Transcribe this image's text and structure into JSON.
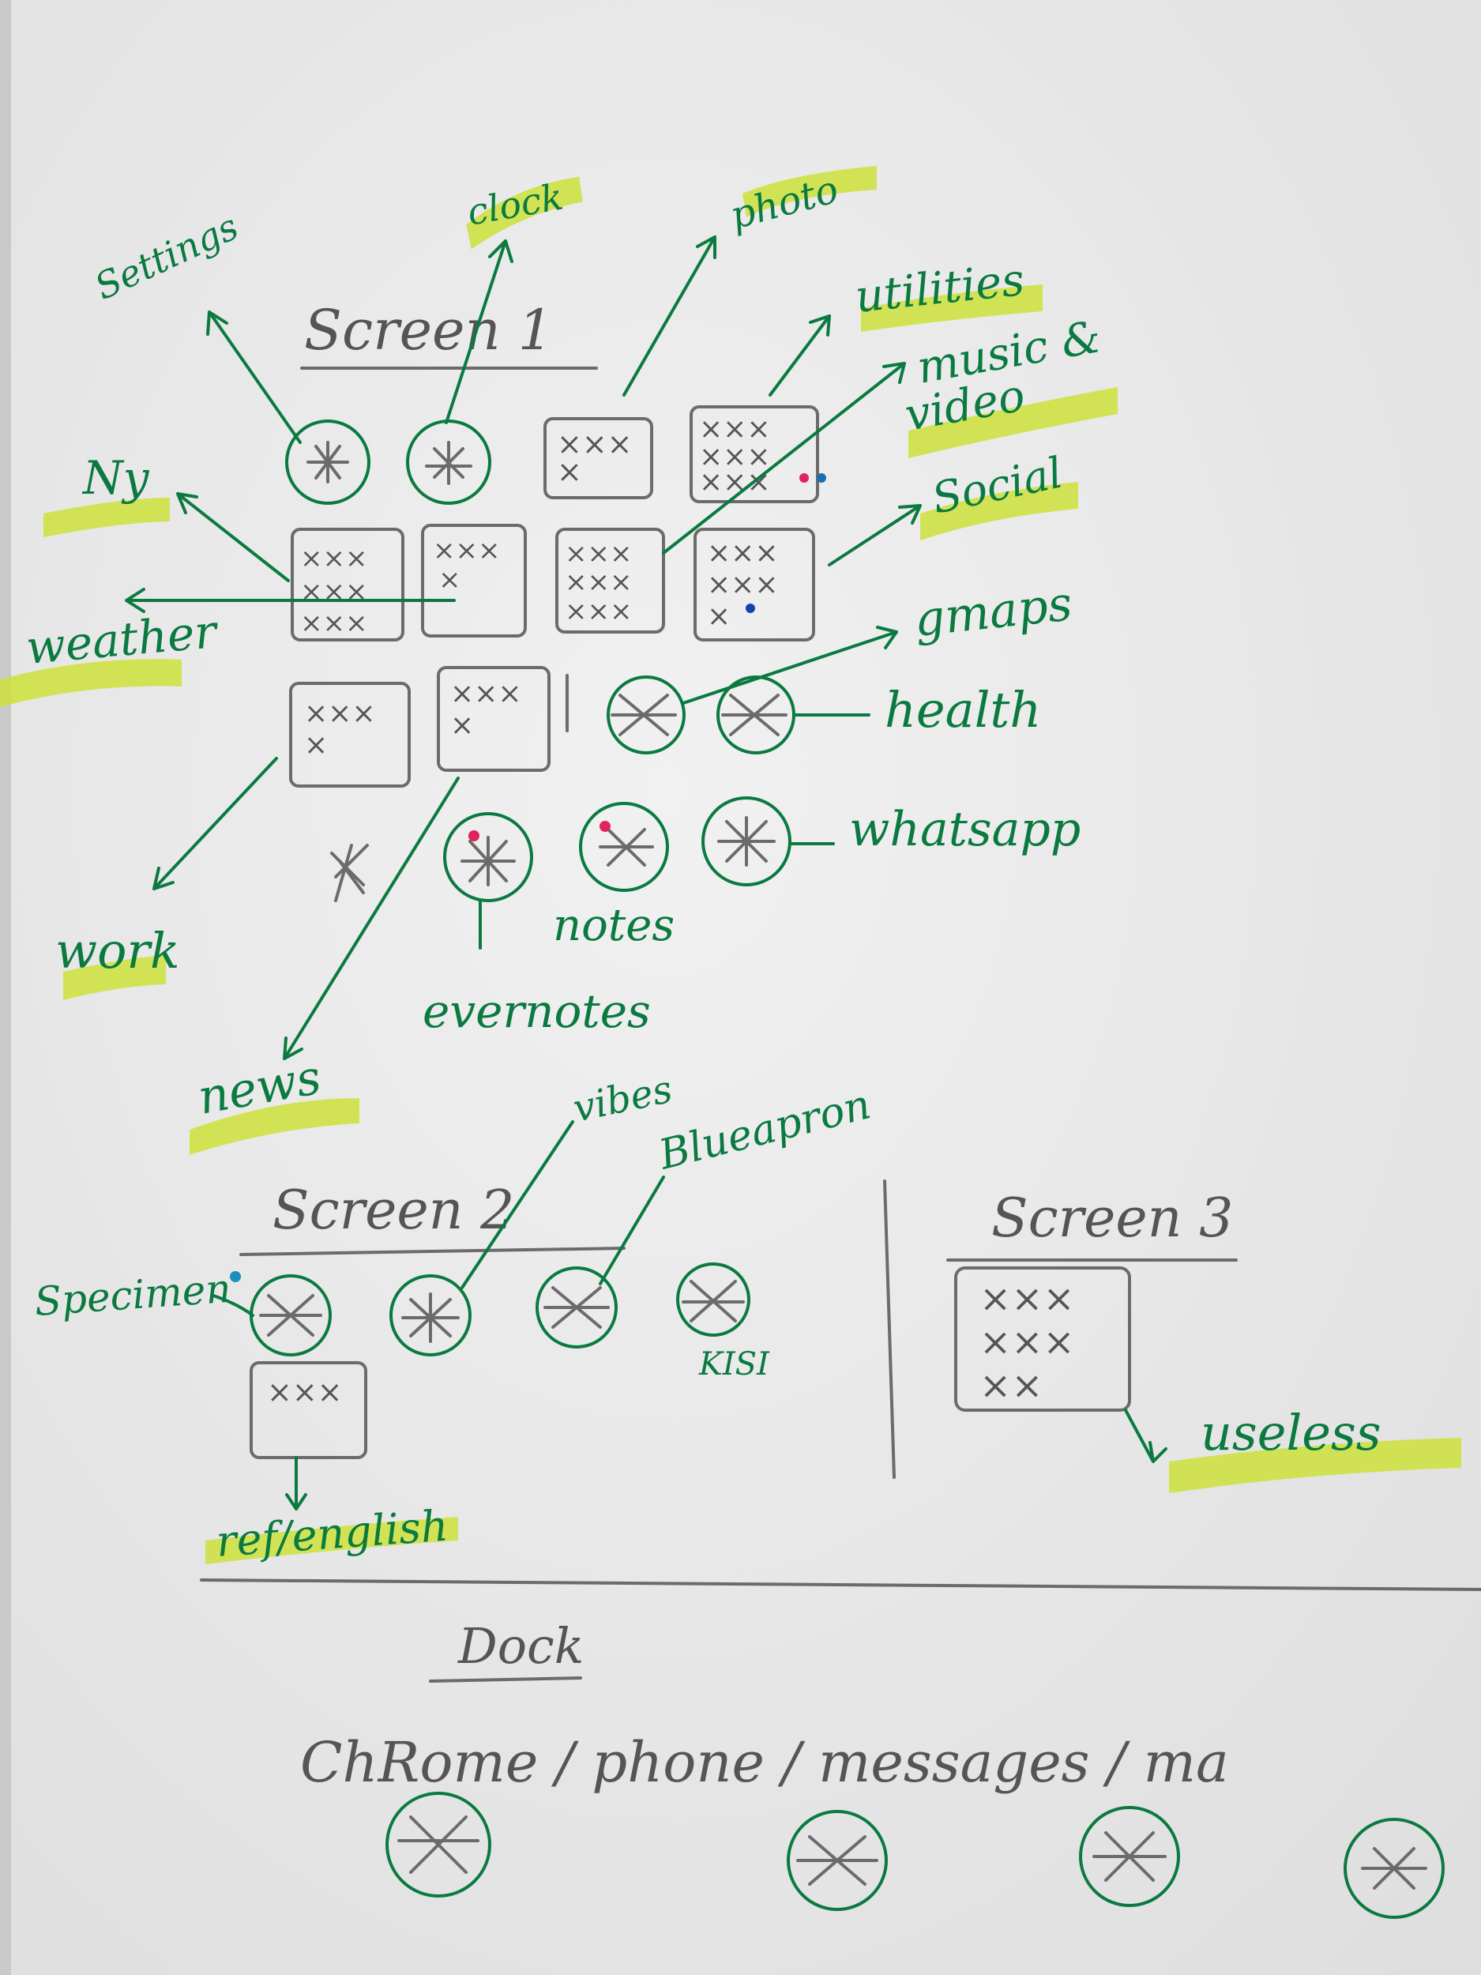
{
  "screen1": {
    "title": "Screen 1",
    "labels": {
      "settings": "Settings",
      "clock": "clock",
      "photo": "photo",
      "utilities": "utilities",
      "music_video": "music &",
      "music_video_2": "video",
      "social": "Social",
      "ny": "Ny",
      "weather": "weather",
      "gmaps": "gmaps",
      "health": "health",
      "whatsapp": "whatsapp",
      "notes": "notes",
      "evernotes": "evernotes",
      "work": "work",
      "news": "news"
    }
  },
  "screen2": {
    "title": "Screen 2",
    "labels": {
      "vibes": "vibes",
      "blue_apron": "Blueapron",
      "specimen": "Specimen",
      "kisi": "KISI",
      "ref_english": "ref/english"
    }
  },
  "screen3": {
    "title": "Screen 3",
    "labels": {
      "useless": "useless"
    }
  },
  "dock": {
    "title": "Dock",
    "apps": "ChRome / phone / messages / ma"
  },
  "colors": {
    "ink": "#0a7a40",
    "pencil": "#6b6b6b",
    "highlight": "#cde23a",
    "paper": "#ececec"
  }
}
